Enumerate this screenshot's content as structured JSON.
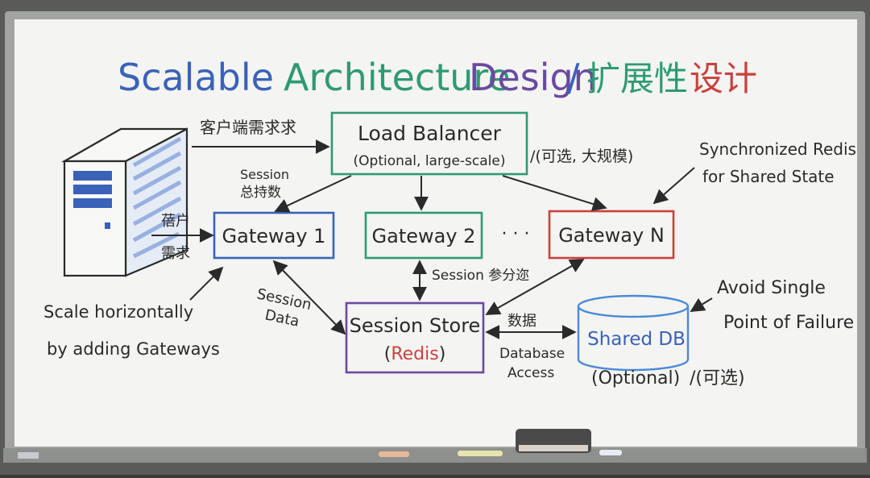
{
  "title": {
    "part1": "Scalable",
    "part2": "Architecture",
    "part3": "Design",
    "slash": "/",
    "cn1": "扩展性",
    "cn2": "设计"
  },
  "boxes": {
    "load_balancer": {
      "line1": "Load Balancer",
      "line2": "(Optional, large-scale)"
    },
    "gateway1": "Gateway 1",
    "gateway2": "Gateway 2",
    "gateway_n": "Gateway N",
    "ellipsis": "· · ·",
    "session_store": {
      "line1": "Session Store",
      "paren_open": "(",
      "redis": "Redis",
      "paren_close": ")"
    },
    "shared_db": {
      "label": "Shared DB",
      "optional": "(Optional)",
      "optional_cn": "/(可选)"
    }
  },
  "labels": {
    "lb_optional_cn": "/(可选, 大规模)",
    "client_request": "客户端需求求",
    "user_request_1": "蓓户",
    "user_request_2": "需求",
    "session_sticky_1": "Session",
    "session_sticky_2": "总持数",
    "session_sync": "Session 参分迩",
    "session_data_1": "Session",
    "session_data_2": "Data",
    "data_cn": "数据",
    "db_access_1": "Database",
    "db_access_2": "Access",
    "sync_redis_1": "Synchronized Redis",
    "sync_redis_2": "for Shared State",
    "avoid_1": "Avoid Single",
    "avoid_2": "Point of Failure",
    "scale_1": "Scale horizontally",
    "scale_2": "by adding Gateways"
  },
  "colors": {
    "board": "#f4f4f2",
    "frame": "#9a9c9a",
    "ink": "#2a2a2a",
    "blue": "#3a62b8",
    "green": "#2f9a72",
    "red": "#c8423e",
    "purple": "#6a4aa0",
    "db_blue": "#4a8ad8"
  }
}
